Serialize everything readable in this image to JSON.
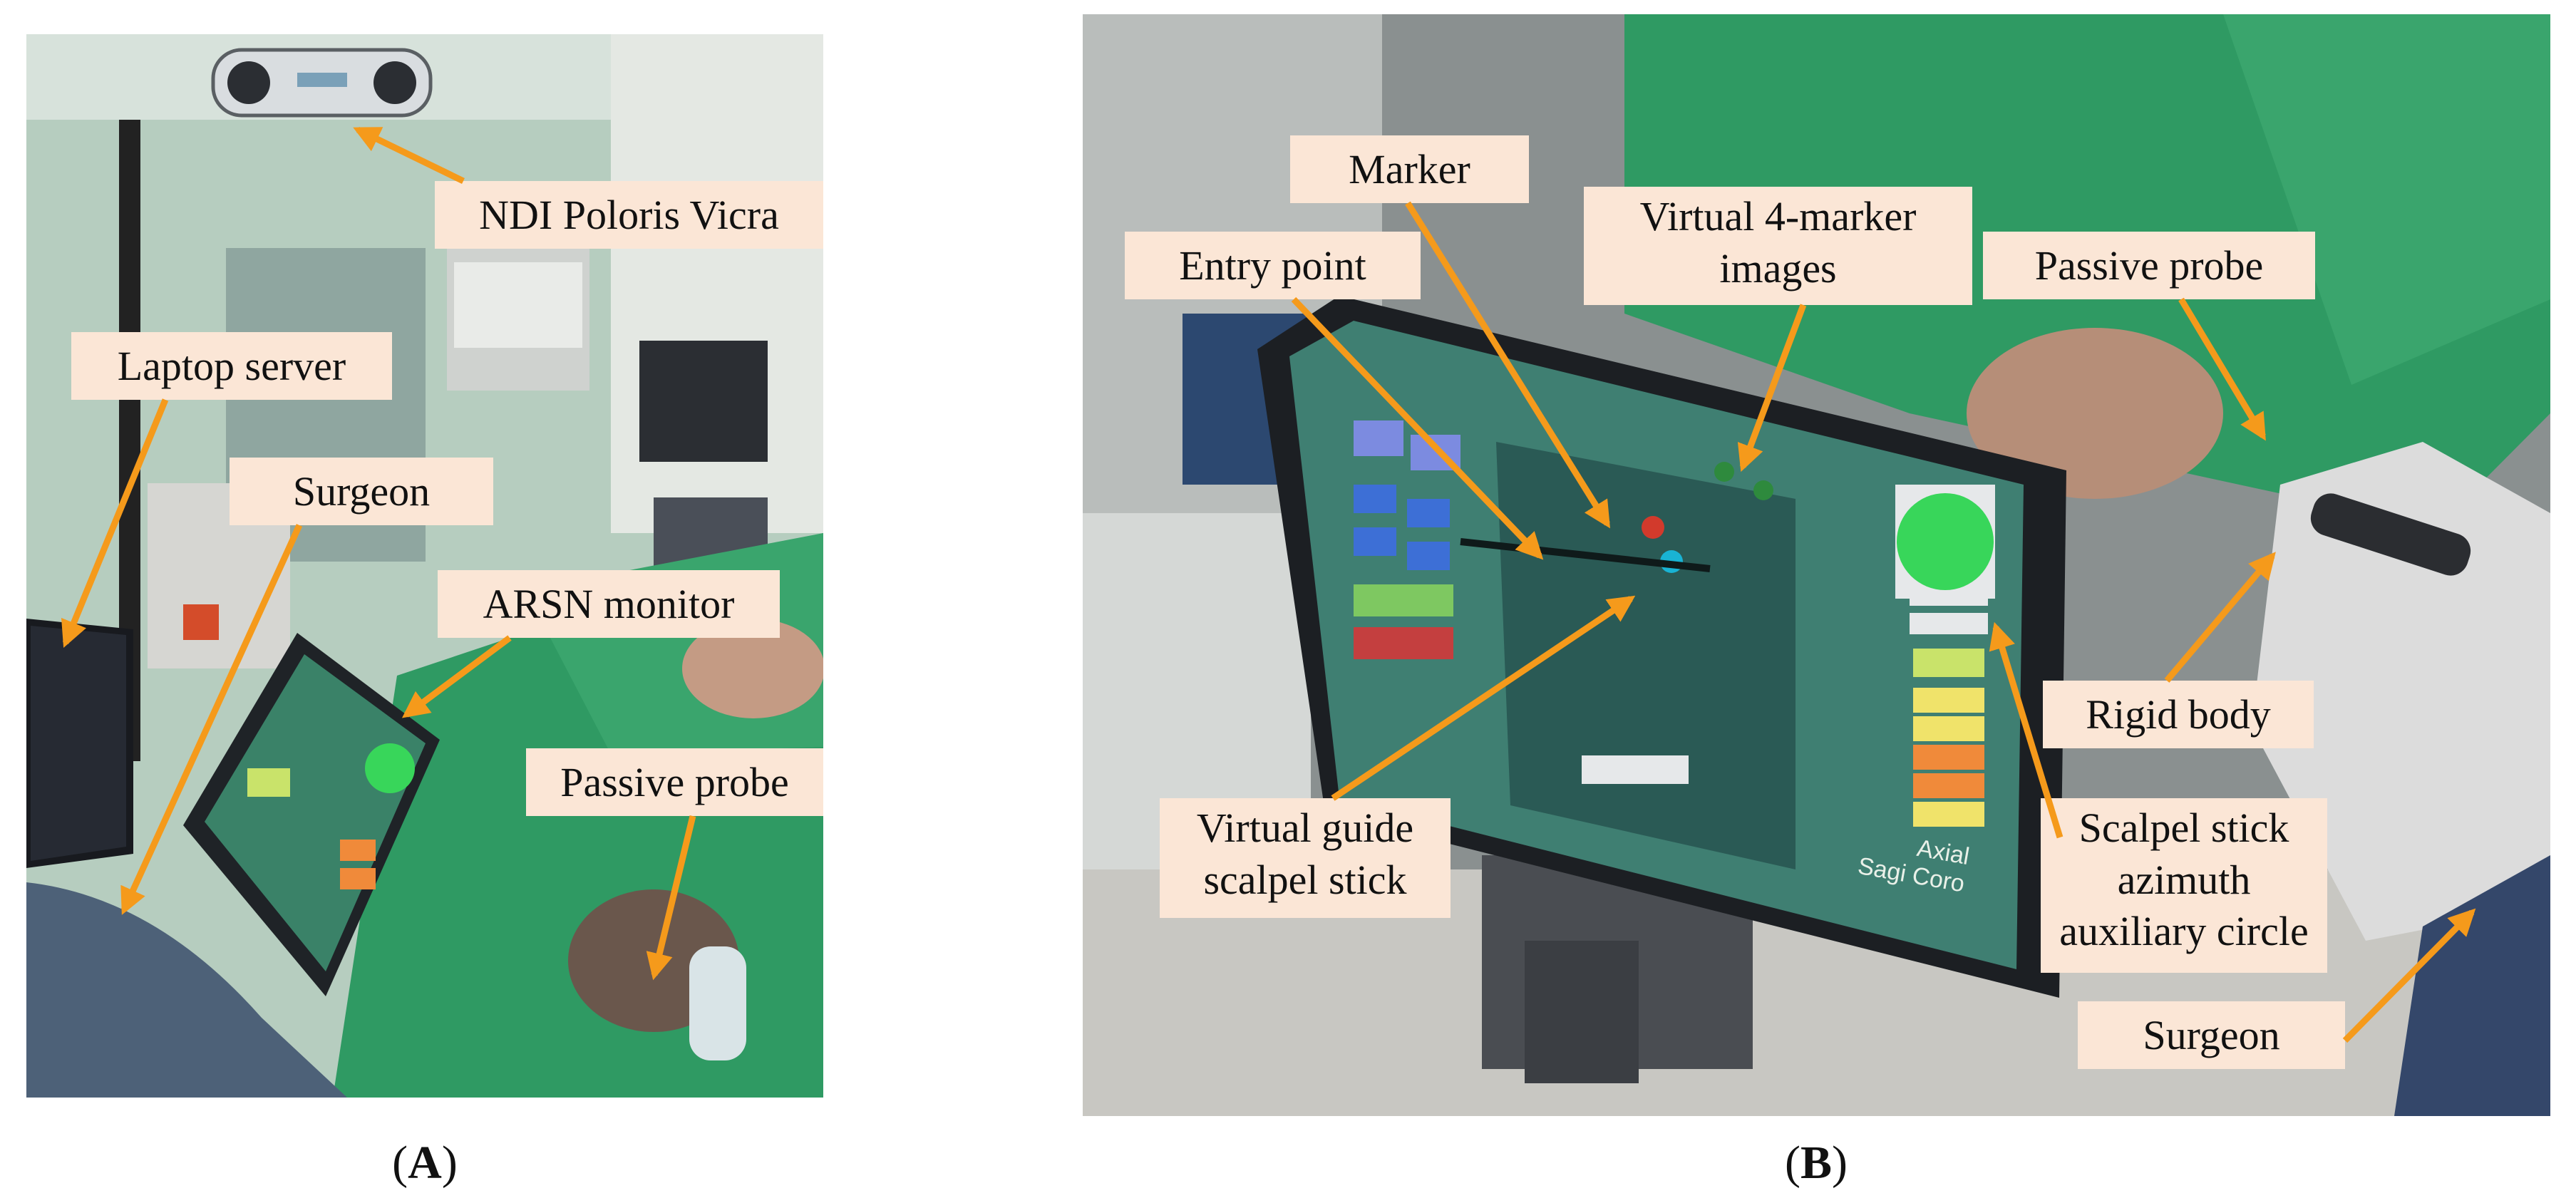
{
  "panel_a": {
    "caption_letter": "A",
    "labels": {
      "ndi": "NDI Poloris Vicra",
      "laptop": "Laptop server",
      "surgeon": "Surgeon",
      "monitor": "ARSN monitor",
      "probe": "Passive probe"
    }
  },
  "panel_b": {
    "caption_letter": "B",
    "labels": {
      "marker": "Marker",
      "entry": "Entry point",
      "virtual4_line1": "Virtual 4-marker",
      "virtual4_line2": "images",
      "probe": "Passive probe",
      "rigid": "Rigid body",
      "guide_line1": "Virtual guide",
      "guide_line2": "scalpel stick",
      "scalpel_line1": "Scalpel stick",
      "scalpel_line2": "azimuth",
      "scalpel_line3": "auxiliary circle",
      "surgeon": "Surgeon"
    },
    "screen_readouts": [
      "Axial",
      "Sagi",
      "Coro"
    ]
  },
  "colors": {
    "arrow": "#f59a1b",
    "label_bg": "#fbe6d6",
    "drape_green": "#2f9a63",
    "screen_green": "#38d65a"
  }
}
